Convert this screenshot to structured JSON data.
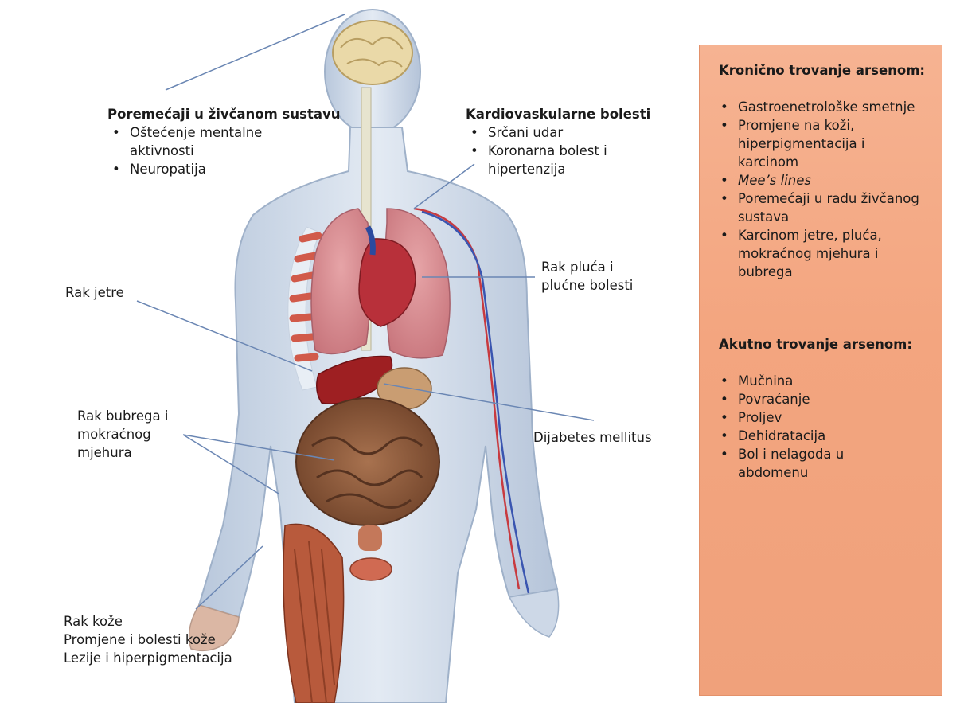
{
  "nervous": {
    "title": "Poremećaji u živčanom sustavu",
    "items": [
      "Oštećenje mentalne",
      "aktivnosti",
      "Neuropatija"
    ]
  },
  "cardio": {
    "title": "Kardiovaskularne bolesti",
    "items": [
      "Srčani udar",
      "Koronarna bolest i",
      "hipertenzija"
    ]
  },
  "lung": {
    "line1": "Rak pluća i",
    "line2": "plućne bolesti"
  },
  "liver": {
    "text": "Rak jetre"
  },
  "kidney": {
    "line1": "Rak bubrega i",
    "line2": "mokraćnog",
    "line3": "mjehura"
  },
  "diabetes": {
    "text": "Dijabetes mellitus"
  },
  "skin": {
    "line1": "Rak kože",
    "line2": "Promjene i bolesti kože",
    "line3": "Lezije i hiperpigmentacija"
  },
  "chronic": {
    "title": "Kronično trovanje arsenom:",
    "items": [
      [
        "Gastroenetrološke smetnje"
      ],
      [
        "Promjene na koži,",
        "hiperpigmentacija i",
        "karcinom"
      ],
      [
        "Mee’s lines"
      ],
      [
        "Poremećaji u radu živčanog",
        "sustava"
      ],
      [
        "Karcinom jetre, pluća,",
        "mokraćnog mjehura i",
        "bubrega"
      ]
    ]
  },
  "acute": {
    "title": "Akutno trovanje arsenom:",
    "items": [
      [
        "Mučnina"
      ],
      [
        "Povraćanje"
      ],
      [
        "Proljev"
      ],
      [
        "Dehidratacija"
      ],
      [
        "Bol  i nelagoda u",
        "abdomenu"
      ]
    ]
  },
  "colors": {
    "panel": "#f3a57f",
    "skin": "#c9d6e6",
    "organ_lung": "#d9898f",
    "liver": "#9e1f22",
    "intestine": "#8a5a3c",
    "muscle": "#b85a3c",
    "leader": "#6a86b3"
  }
}
